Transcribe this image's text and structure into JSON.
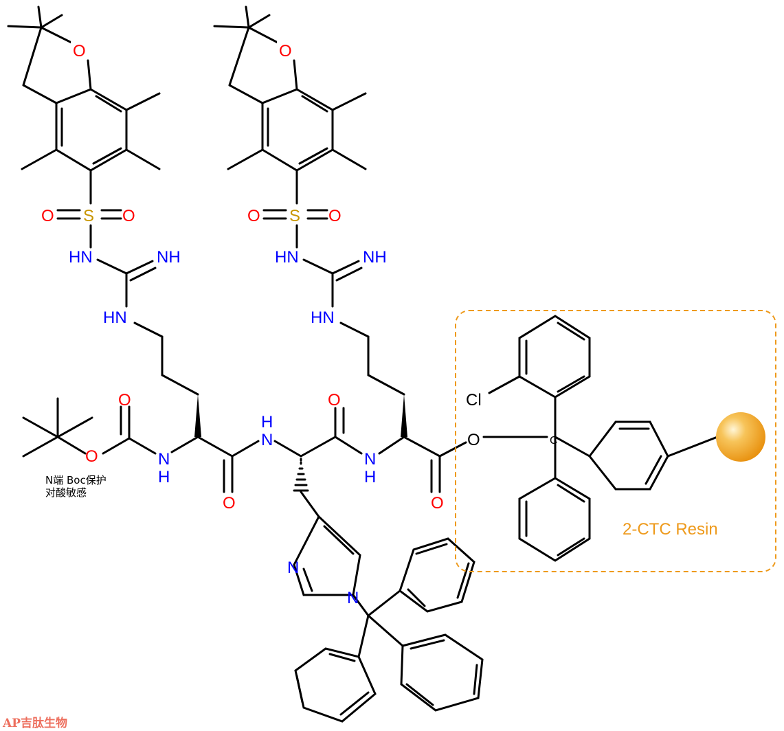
{
  "colors": {
    "bond": "#000000",
    "oxygen": "#ff0000",
    "nitrogen": "#0000ff",
    "sulfur": "#c89600",
    "chlorine": "#000000",
    "resin": "#ee9a1c",
    "watermark": "#e94c36"
  },
  "atoms": {
    "O": "O",
    "S": "S",
    "N": "N",
    "NH": "NH",
    "HN": "HN",
    "H": "H",
    "Cl": "Cl",
    "C": "C"
  },
  "annotation": {
    "line1": "N端 Boc保护",
    "line2": "对酸敏感"
  },
  "resin": {
    "label": "2-CTC Resin",
    "bead_icon": "resin-bead-icon"
  },
  "watermark": {
    "text": "AP吉肽生物"
  }
}
